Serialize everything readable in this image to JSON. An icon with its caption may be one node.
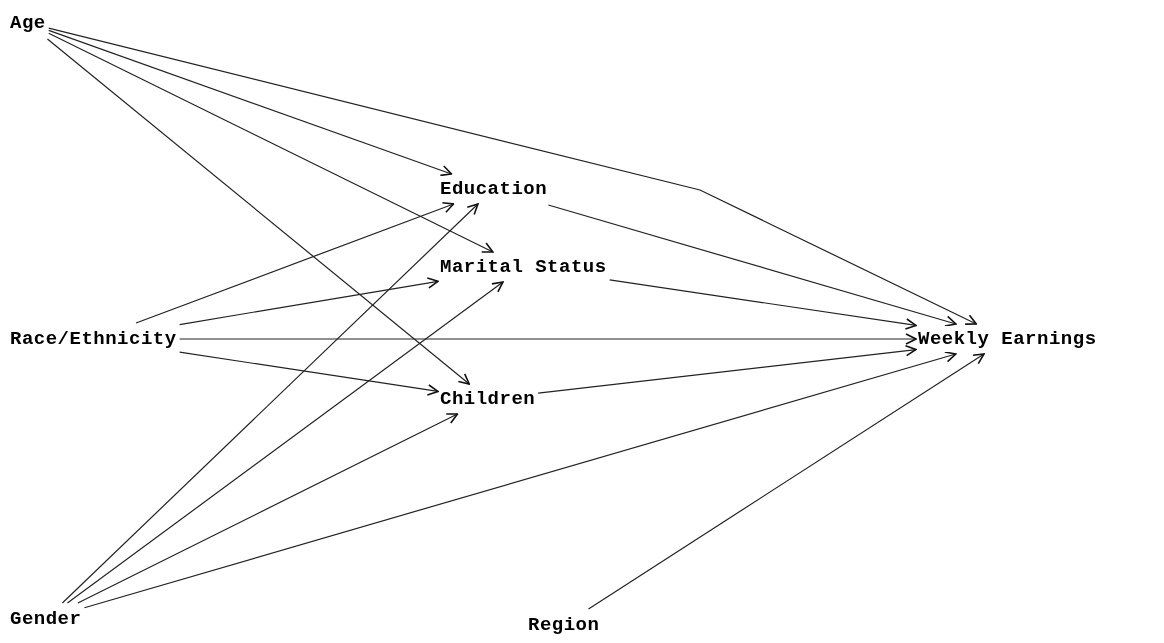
{
  "diagram": {
    "nodes": [
      {
        "text": [
          "Age"
        ]
      },
      {
        "text": [
          "Education"
        ]
      },
      {
        "text": [
          "Marital Status"
        ]
      },
      {
        "text": [
          "Race/Ethnicity"
        ]
      },
      {
        "text": [
          "Weekly Earnings"
        ]
      },
      {
        "text": [
          "Children"
        ]
      },
      {
        "text": [
          "Gender"
        ]
      },
      {
        "text": [
          "Region"
        ]
      }
    ],
    "edges": [
      {
        "from": 0,
        "to": 4,
        "arrow": "to"
      },
      {
        "from": 0,
        "to": 1,
        "arrow": "to"
      },
      {
        "from": 0,
        "to": 2,
        "arrow": "to"
      },
      {
        "from": 0,
        "to": 5,
        "arrow": "to"
      },
      {
        "from": 3,
        "to": 1,
        "arrow": "to"
      },
      {
        "from": 3,
        "to": 2,
        "arrow": "to"
      },
      {
        "from": 3,
        "to": 4,
        "arrow": "to"
      },
      {
        "from": 3,
        "to": 5,
        "arrow": "to"
      },
      {
        "from": 6,
        "to": 1,
        "arrow": "to"
      },
      {
        "from": 6,
        "to": 2,
        "arrow": "to"
      },
      {
        "from": 6,
        "to": 5,
        "arrow": "to"
      },
      {
        "from": 6,
        "to": 4,
        "arrow": "to"
      },
      {
        "from": 1,
        "to": 4,
        "arrow": "to"
      },
      {
        "from": 2,
        "to": 4,
        "arrow": "to"
      },
      {
        "from": 5,
        "to": 4,
        "arrow": "to"
      },
      {
        "from": 7,
        "to": 4,
        "arrow": "to"
      }
    ]
  }
}
